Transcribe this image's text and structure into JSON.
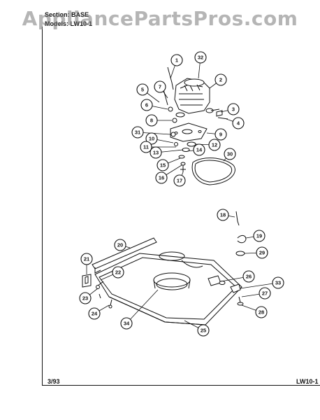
{
  "watermark": "AppliancePartsPros.com",
  "header": {
    "section_label": "Section: BASE",
    "models_label": "Models: LW10-1"
  },
  "footer": {
    "date": "3/93",
    "page_code": "LW10-1"
  },
  "callouts": [
    {
      "id": "1"
    },
    {
      "id": "32"
    },
    {
      "id": "2"
    },
    {
      "id": "7"
    },
    {
      "id": "5"
    },
    {
      "id": "6"
    },
    {
      "id": "8"
    },
    {
      "id": "3"
    },
    {
      "id": "4"
    },
    {
      "id": "31"
    },
    {
      "id": "10"
    },
    {
      "id": "9"
    },
    {
      "id": "11"
    },
    {
      "id": "12"
    },
    {
      "id": "13"
    },
    {
      "id": "14"
    },
    {
      "id": "30"
    },
    {
      "id": "15"
    },
    {
      "id": "16"
    },
    {
      "id": "17"
    },
    {
      "id": "18"
    },
    {
      "id": "19"
    },
    {
      "id": "20"
    },
    {
      "id": "29"
    },
    {
      "id": "21"
    },
    {
      "id": "22"
    },
    {
      "id": "26"
    },
    {
      "id": "33"
    },
    {
      "id": "23"
    },
    {
      "id": "27"
    },
    {
      "id": "24"
    },
    {
      "id": "28"
    },
    {
      "id": "34"
    },
    {
      "id": "25"
    }
  ]
}
